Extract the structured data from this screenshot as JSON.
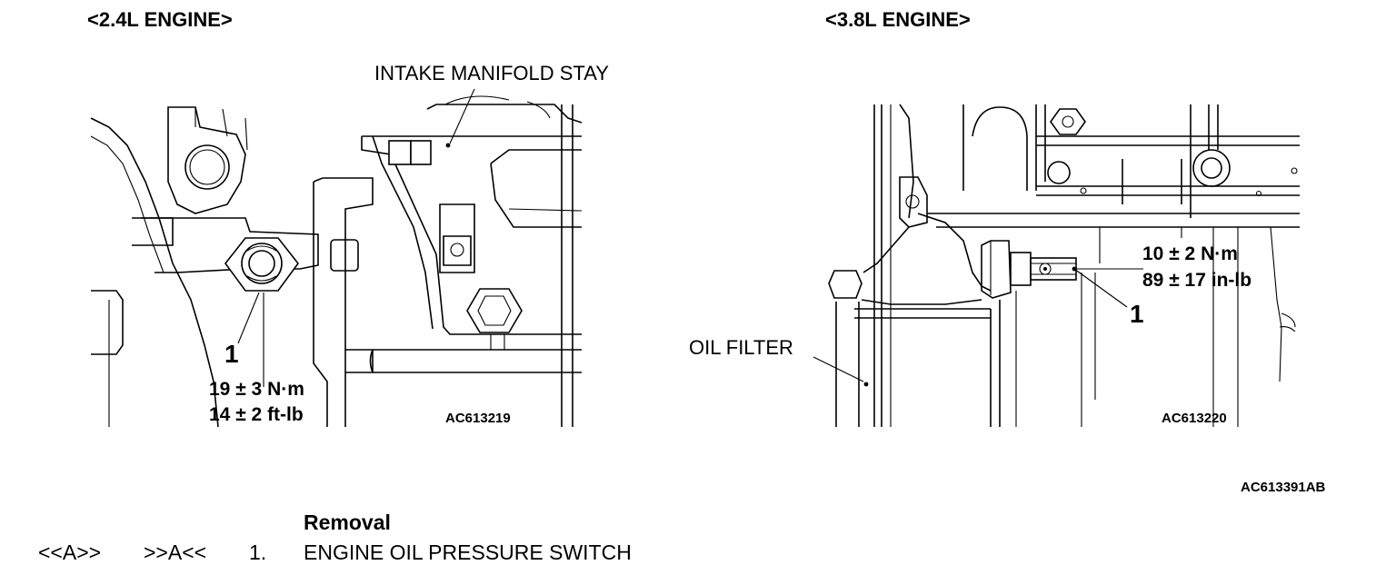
{
  "left_panel": {
    "title": "<2.4L ENGINE>",
    "callout_stay": "INTAKE MANIFOLD STAY",
    "item_number": "1",
    "torque_nm": "19 ± 3 N·m",
    "torque_imperial": "14 ± 2 ft-lb",
    "figure_code": "AC613219"
  },
  "right_panel": {
    "title": "<3.8L ENGINE>",
    "callout_filter": "OIL FILTER",
    "item_number": "1",
    "torque_nm": "10 ± 2 N·m",
    "torque_imperial": "89 ± 17 in-lb",
    "figure_code": "AC613220"
  },
  "sheet_code": "AC613391AB",
  "procedure": {
    "heading": "Removal",
    "rows": [
      {
        "removal_ref": "<<A>>",
        "install_ref": ">>A<<",
        "step": "1.",
        "part": "ENGINE OIL PRESSURE SWITCH"
      }
    ]
  }
}
